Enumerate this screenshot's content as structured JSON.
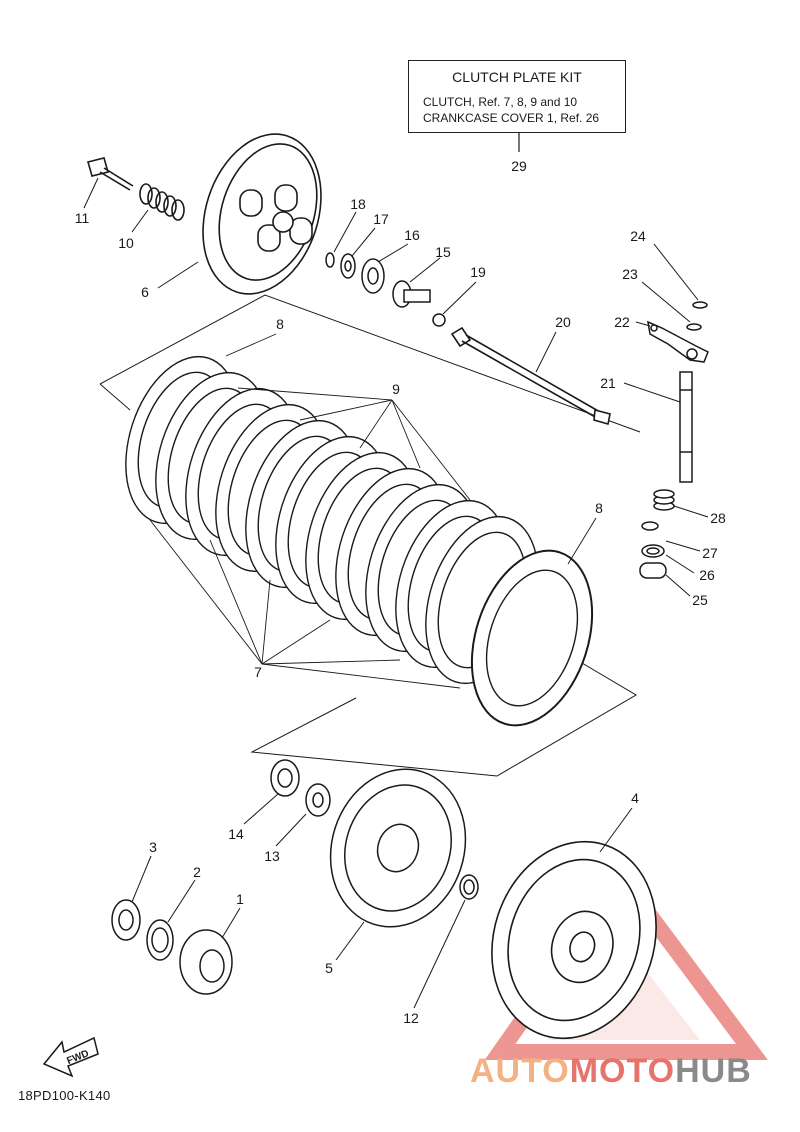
{
  "kit": {
    "title": "CLUTCH PLATE KIT",
    "line1": "CLUTCH, Ref. 7, 8, 9  and  10",
    "line2": "CRANKCASE COVER 1, Ref. 26",
    "ref": "29"
  },
  "callouts": [
    "1",
    "2",
    "3",
    "4",
    "5",
    "6",
    "7",
    "8",
    "9",
    "10",
    "11",
    "12",
    "13",
    "14",
    "15",
    "16",
    "17",
    "18",
    "19",
    "20",
    "21",
    "22",
    "23",
    "24",
    "25",
    "26",
    "27",
    "28"
  ],
  "labels": {
    "c1": "1",
    "c2": "2",
    "c3": "3",
    "c4": "4",
    "c5": "5",
    "c6": "6",
    "c7": "7",
    "c8a": "8",
    "c8b": "8",
    "c9": "9",
    "c10": "10",
    "c11": "11",
    "c12": "12",
    "c13": "13",
    "c14": "14",
    "c15": "15",
    "c16": "16",
    "c17": "17",
    "c18": "18",
    "c19": "19",
    "c20": "20",
    "c21": "21",
    "c22": "22",
    "c23": "23",
    "c24": "24",
    "c25": "25",
    "c26": "26",
    "c27": "27",
    "c28": "28",
    "c29": "29"
  },
  "fwd": "FWD",
  "figure_code": "18PD100-K140",
  "watermark": {
    "part1": "AUTO",
    "part2": "MOTO",
    "part3": "HUB"
  },
  "colors": {
    "line": "#1a1a1a",
    "watermark_red": "#e8736d",
    "watermark_orange": "#f4b183",
    "watermark_gray": "#8a8a8a"
  }
}
